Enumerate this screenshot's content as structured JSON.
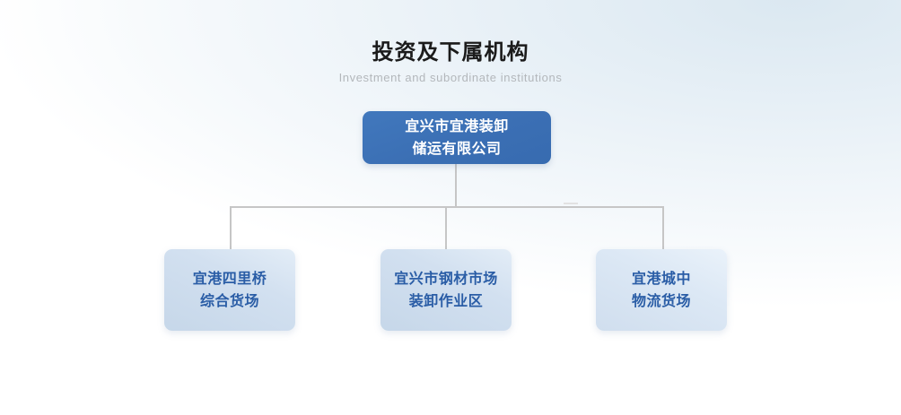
{
  "heading": {
    "title": "投资及下属机构",
    "subtitle": "Investment and subordinate institutions"
  },
  "org_chart": {
    "root": {
      "label": "宜兴市宜港装卸\n储运有限公司",
      "box_color": "#3b6fb4",
      "text_color": "#ffffff"
    },
    "children": [
      {
        "label": "宜港四里桥\n综合货场",
        "box_color": "#c6d7e9",
        "text_color": "#2a5da6"
      },
      {
        "label": "宜兴市钢材市场\n装卸作业区",
        "box_color": "#c6d7e9",
        "text_color": "#2a5da6"
      },
      {
        "label": "宜港城中\n物流货场",
        "box_color": "#d0deee",
        "text_color": "#2a5da6"
      }
    ],
    "connector_color": "#c6c6c6"
  },
  "background": {
    "top_tint": "#e9f1f7",
    "bottom_tint": "#ffffff"
  }
}
